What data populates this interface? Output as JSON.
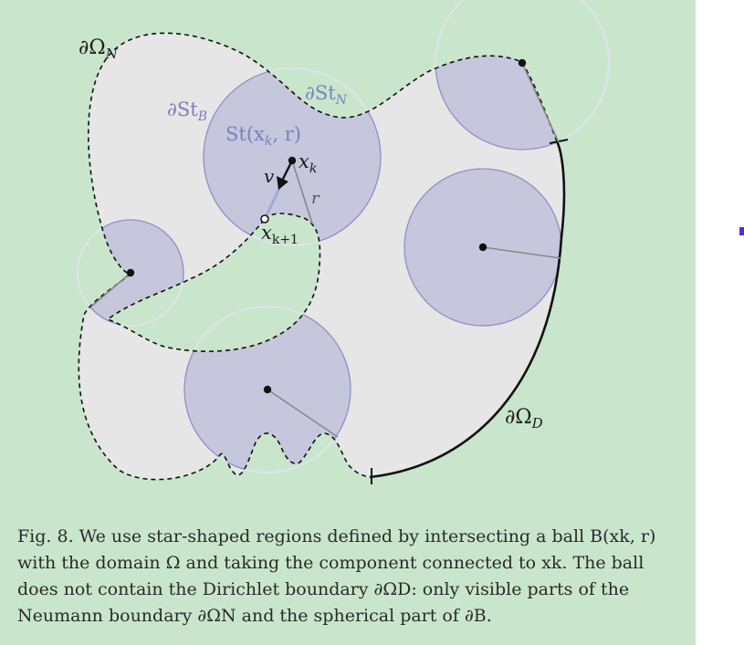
{
  "figure": {
    "labels": {
      "neumann_boundary": "∂Ω",
      "neumann_sub": "N",
      "dirichlet_boundary": "∂Ω",
      "dirichlet_sub": "D",
      "st_boundary_b": "∂St",
      "st_boundary_b_sub": "B",
      "st_boundary_n": "∂St",
      "st_boundary_n_sub": "N",
      "star_region": "St(x",
      "star_region_sub": "k",
      "star_region_tail": ", r)",
      "point_xk": "x",
      "point_xk_sub": "k",
      "point_xk1": "x",
      "point_xk1_sub": "k+1",
      "velocity": "v",
      "radius": "r"
    },
    "colors": {
      "background": "#c9e6cd",
      "domain_fill": "#e6e6e6",
      "ball_fill": "#c6c6dd",
      "ball_stroke": "#8f90c6",
      "outer_circle": "#e4e3f0"
    }
  },
  "caption": {
    "line1": "Fig. 8.  We use star-shaped regions defined by intersecting a ball B(xk, r)",
    "line2": "with the domain Ω and taking the component connected to xk. The ball",
    "line3": "does not contain the Dirichlet boundary ∂ΩD: only visible parts of the",
    "line4": "Neumann boundary ∂ΩN and the spherical part of ∂B."
  }
}
